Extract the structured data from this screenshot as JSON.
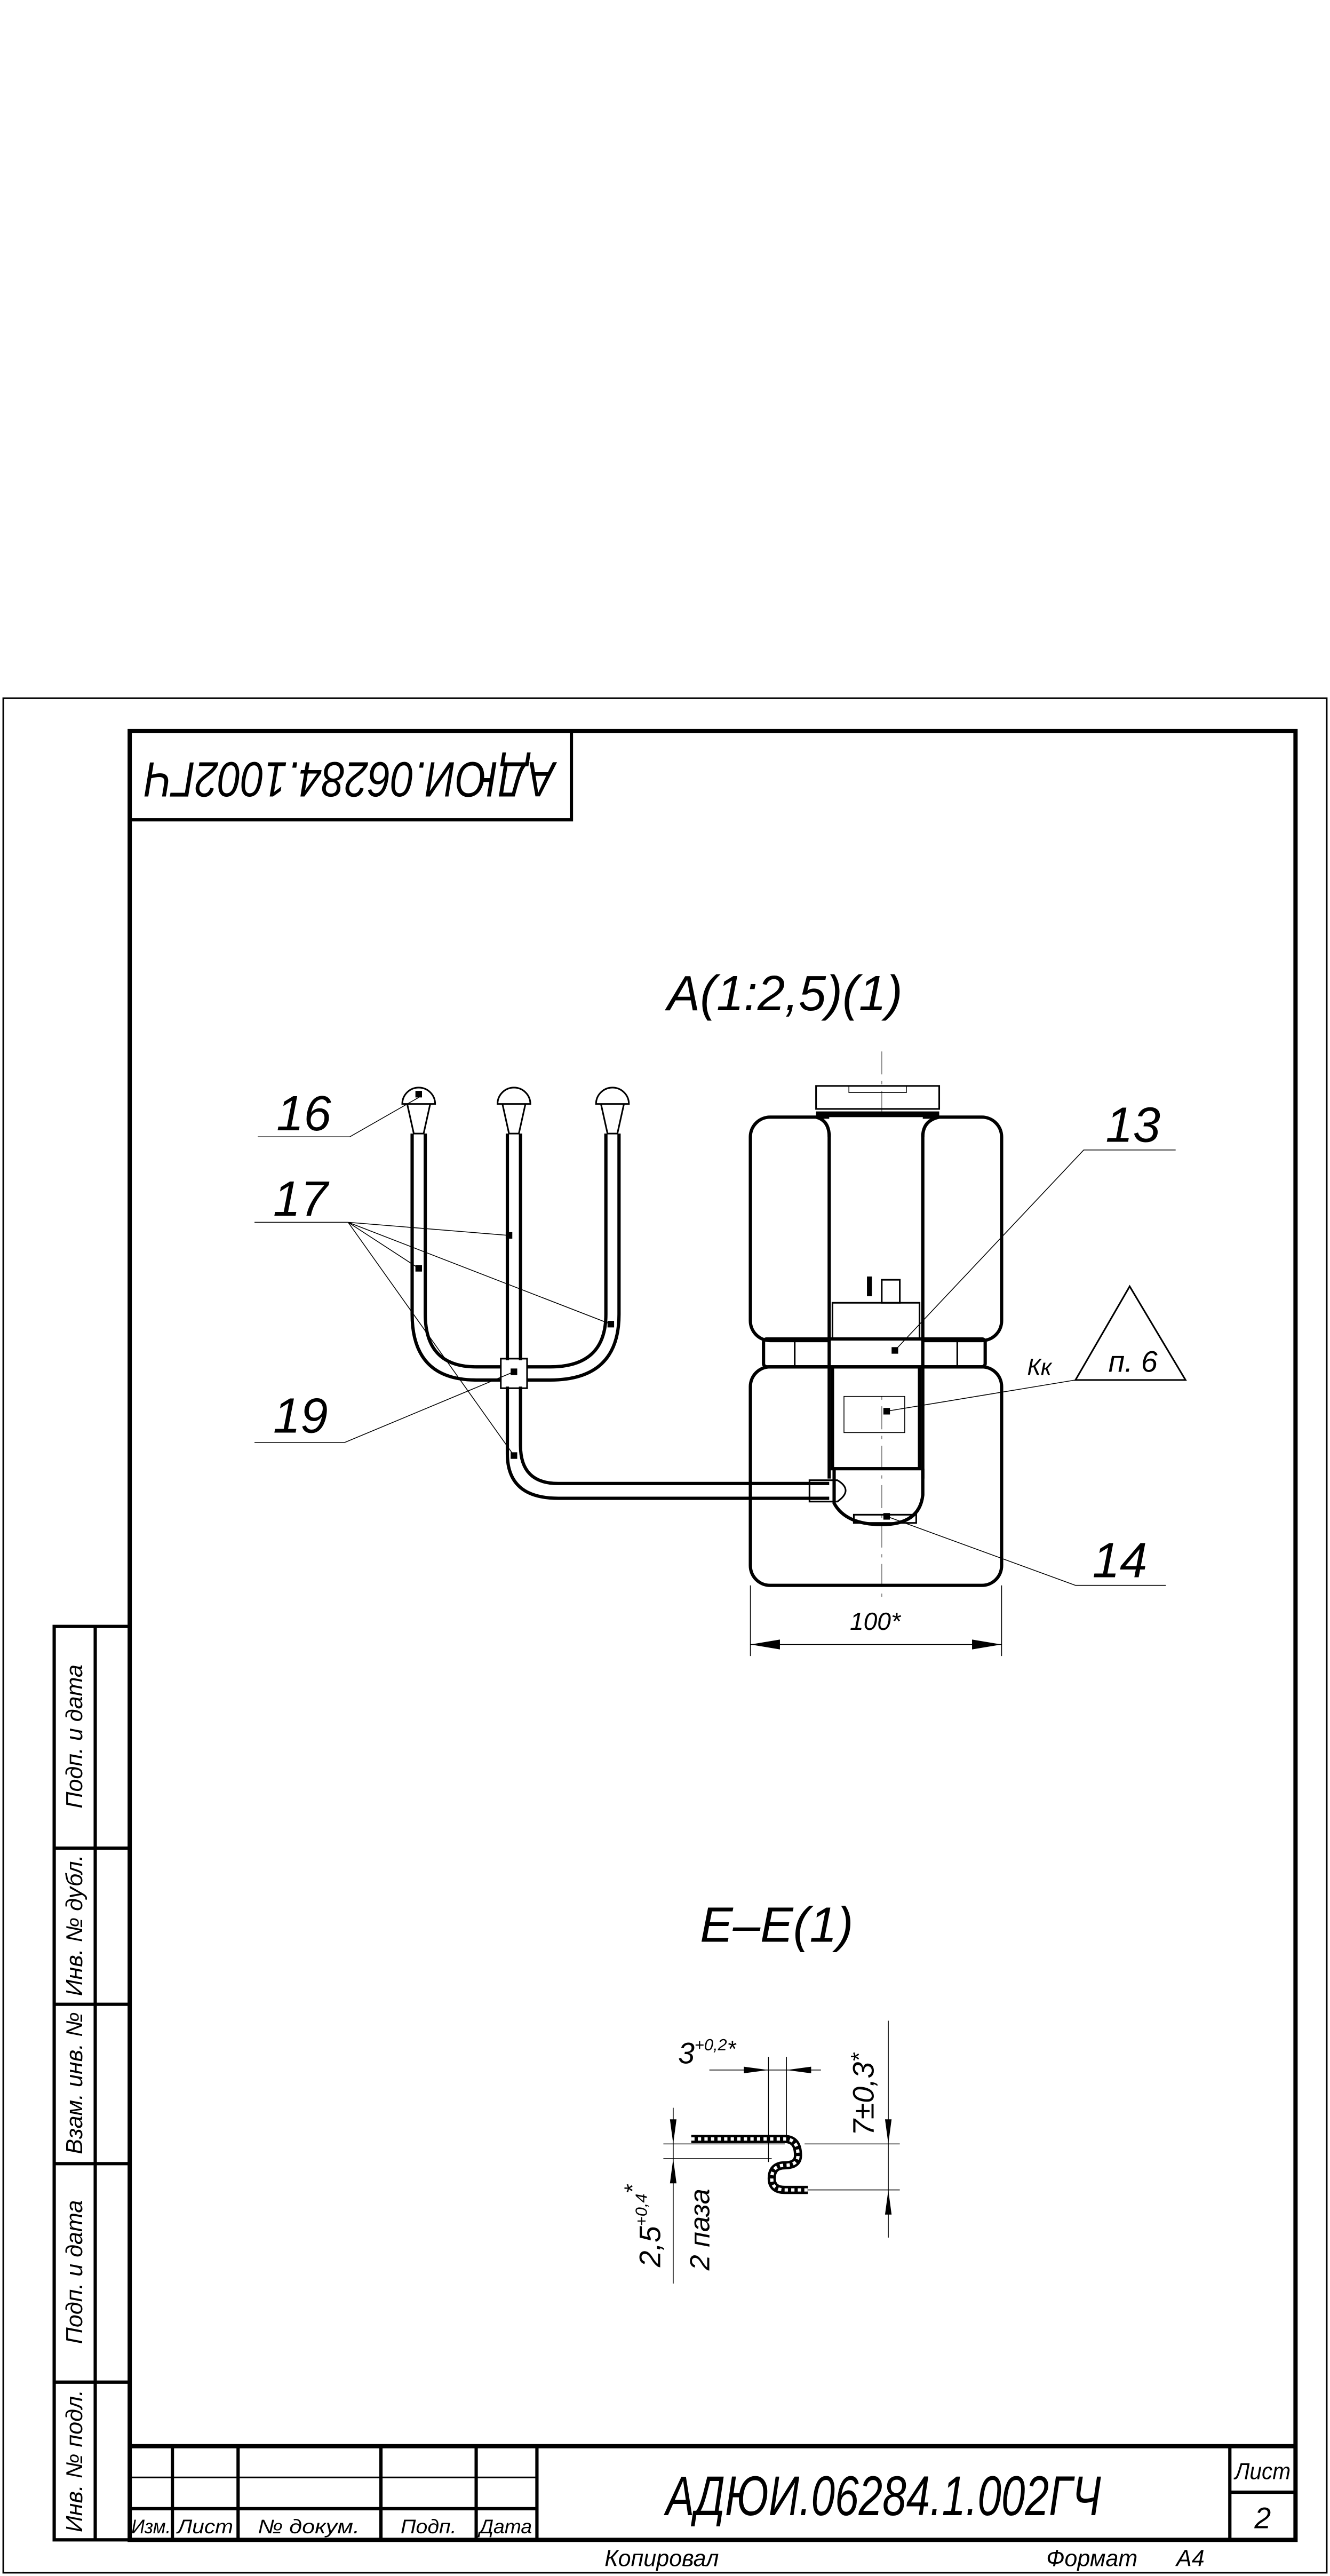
{
  "stamp_top": {
    "code": "АДЮИ.06284.1002ГЧ"
  },
  "view_a": {
    "title": "А(1:2,5)(1)",
    "callouts": {
      "c16": "16",
      "c17": "17",
      "c19": "19",
      "c13": "13",
      "c14": "14"
    },
    "mark_kk": "Кк",
    "triangle_note": "п. 6",
    "dimension_width": "100*"
  },
  "section_e": {
    "title": "Е–Е(1)",
    "dim_3": "3",
    "dim_3_tol": "+0,2",
    "dim_star": "*",
    "dim_7": "7±0,3",
    "dim_25": "2,5",
    "dim_25_tol": "+0,4",
    "dim_slots": "2 паза"
  },
  "side_column": {
    "labels": [
      "Подп. и дата",
      "Инв. № дубл.",
      "Взам. инв. №",
      "Подп. и дата",
      "Инв. № подл."
    ]
  },
  "title_block": {
    "headers": [
      "Изм.",
      "Лист",
      "№ докум.",
      "Подп.",
      "Дата"
    ],
    "doc_code": "АДЮИ.06284.1.002ГЧ",
    "sheet_label": "Лист",
    "sheet_number": "2",
    "copied_label": "Копировал",
    "format_label": "Формат",
    "format_value": "А4"
  }
}
